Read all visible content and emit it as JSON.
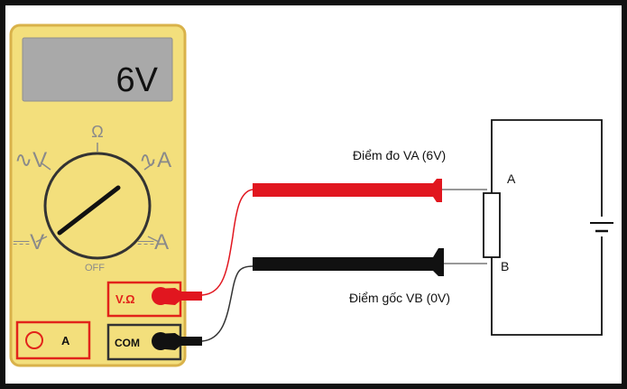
{
  "meter": {
    "display_value": "6V",
    "dial": {
      "ohm": "Ω",
      "off": "OFF",
      "ac_v": "∿V",
      "ac_a": "∿A",
      "dc_v": "⎓V",
      "dc_a": "⎓A"
    },
    "jacks": {
      "vohm": "V.Ω",
      "com": "COM",
      "amp": "A"
    }
  },
  "labels": {
    "point_a_measure": "Điểm đo VA (6V)",
    "point_b_ref": "Điểm gốc VB (0V)",
    "node_a": "A",
    "node_b": "B"
  },
  "colors": {
    "meter_body": "#f3df7c",
    "meter_border": "#d9b24a",
    "display_bg": "#a9a9a9",
    "probe_red": "#e1161f",
    "probe_black": "#111111",
    "jack_border": "#e2231a"
  }
}
